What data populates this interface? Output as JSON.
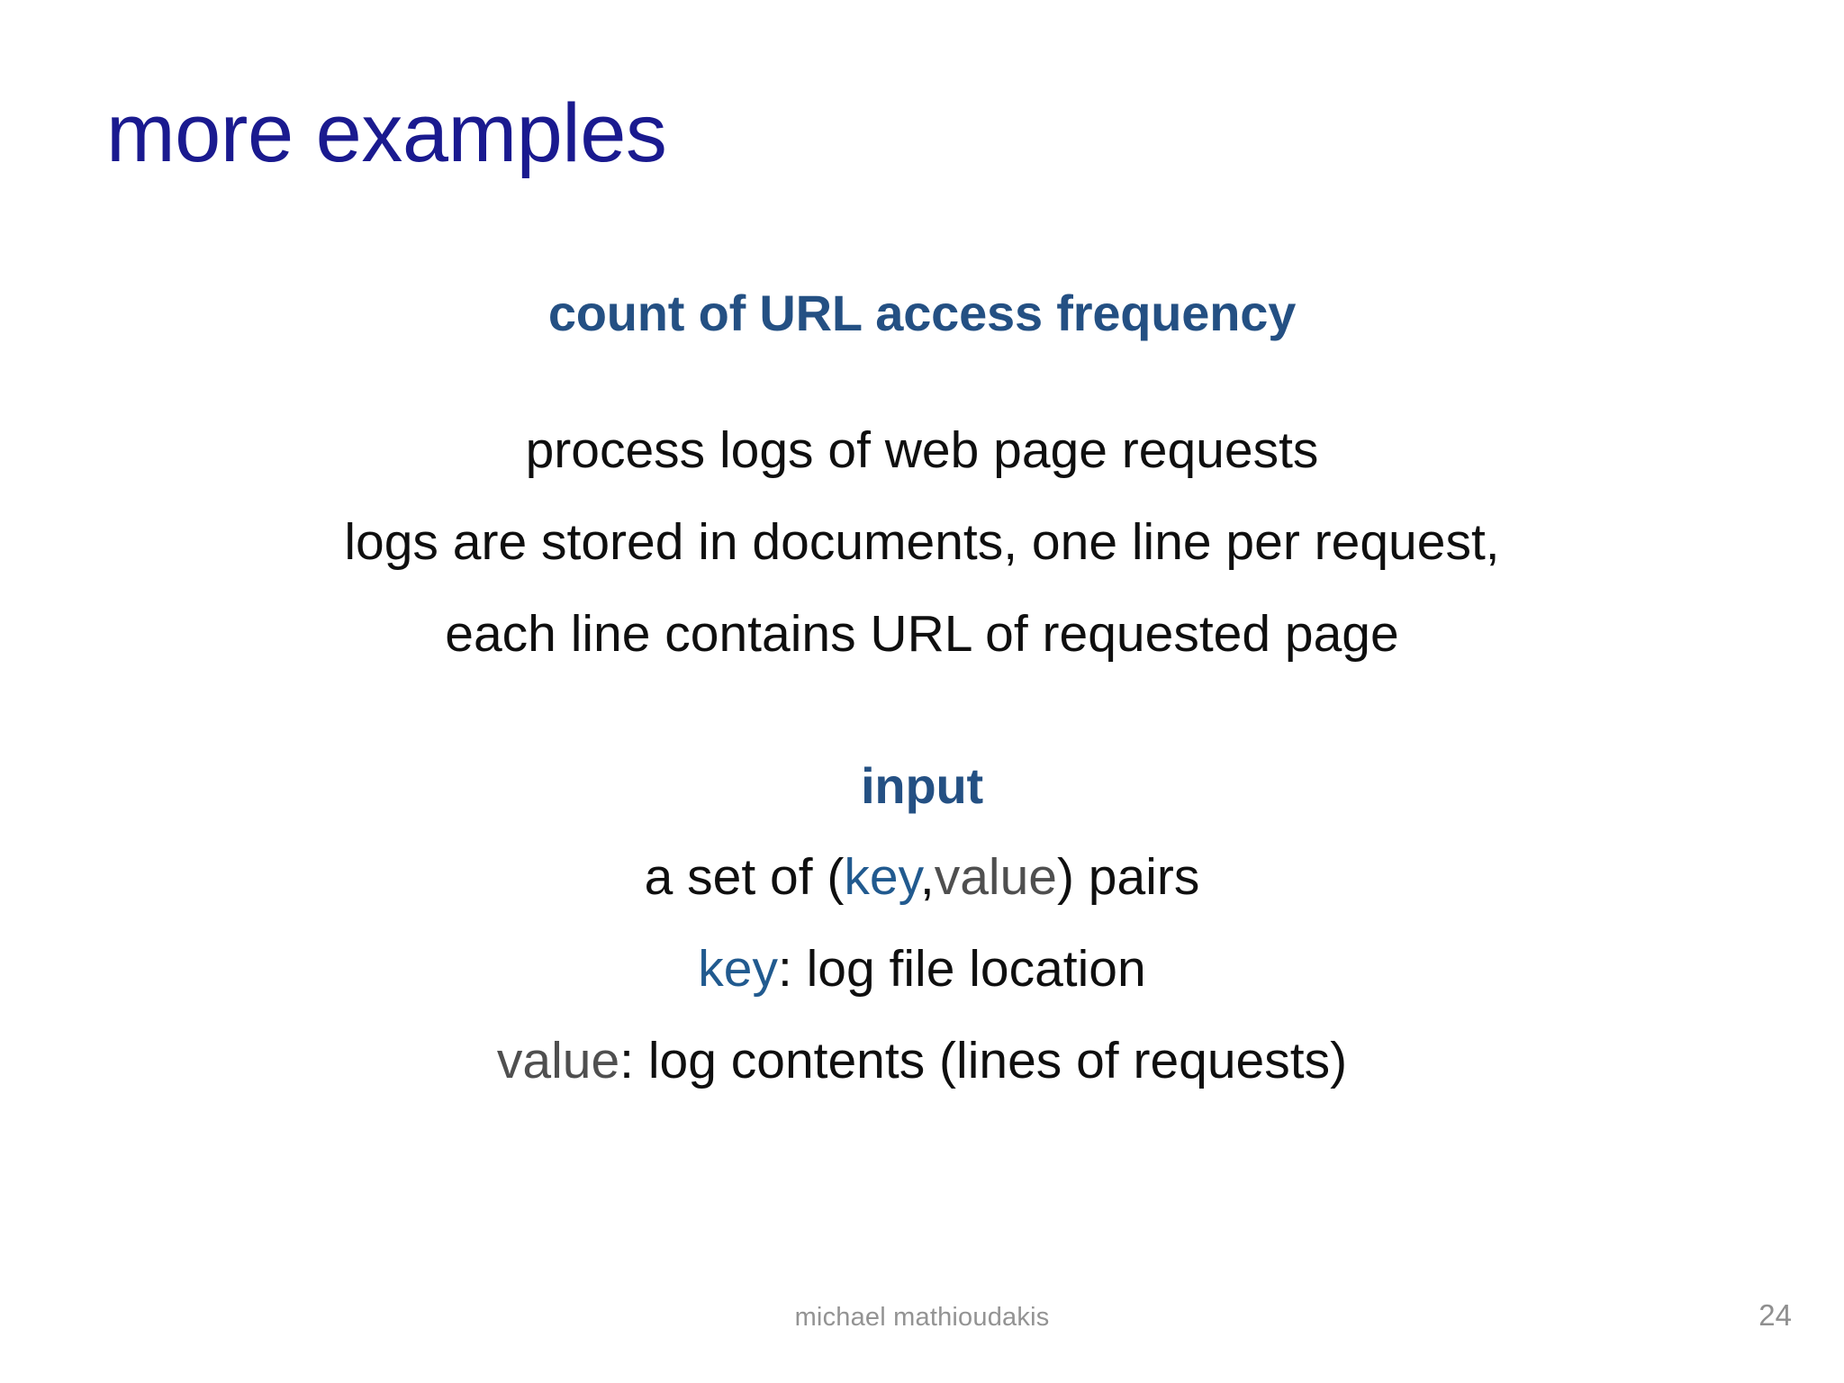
{
  "slide": {
    "title": "more examples",
    "title_color": "#1a1a8f",
    "background_color": "#ffffff",
    "accent_blue": "#245083",
    "key_color": "#215a8f",
    "value_color": "#4f4f4f",
    "body_color": "#0f0f0f"
  },
  "sections": {
    "topic_heading": "count of URL access frequency",
    "description": {
      "line1": "process logs of web page requests",
      "line2": "logs are stored in documents, one line per request,",
      "line3": "each line contains URL of requested page"
    },
    "input": {
      "heading": "input",
      "pairs_line": {
        "prefix": "a set of (",
        "key": "key",
        "separator": ",",
        "value": "value",
        "suffix": ") pairs"
      },
      "key_line": {
        "key": "key",
        "rest": ": log file location"
      },
      "value_line": {
        "value": "value",
        "rest": ": log contents (lines of requests)"
      }
    }
  },
  "footer": {
    "author": "michael mathioudakis",
    "page_number": "24"
  }
}
